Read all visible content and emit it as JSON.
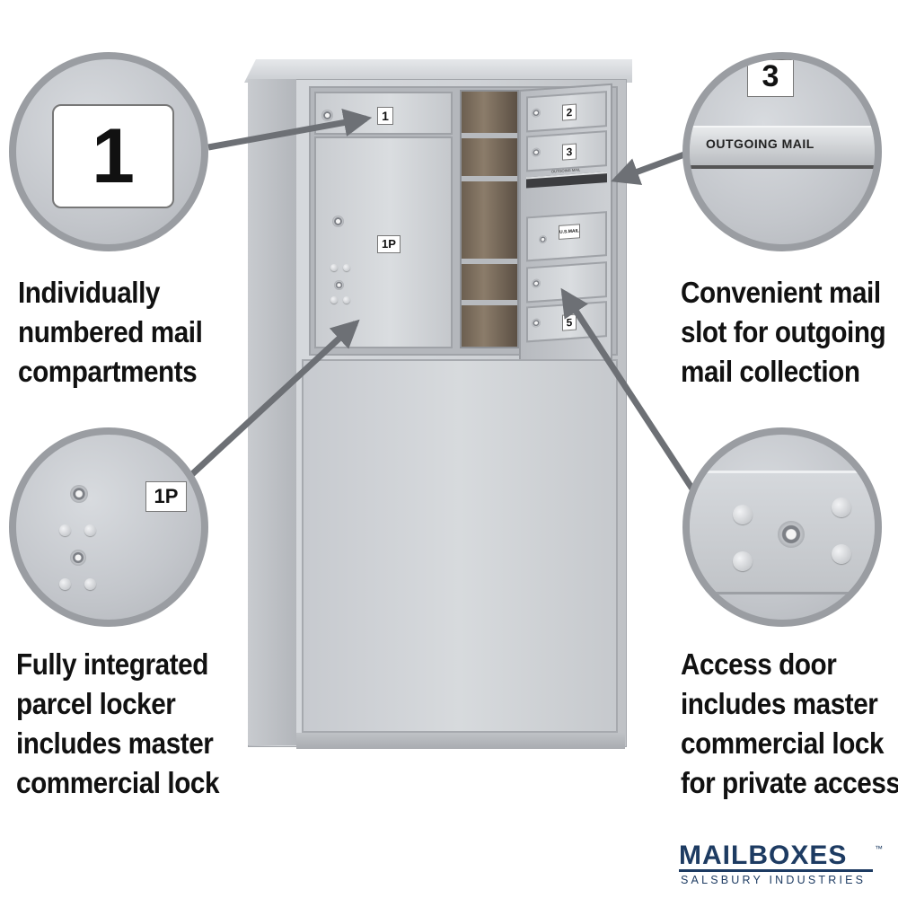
{
  "features": {
    "numbered": {
      "lines": [
        "Individually",
        "numbered mail",
        "compartments"
      ]
    },
    "parcel": {
      "lines": [
        "Fully integrated",
        "parcel locker",
        "includes master",
        "commercial lock"
      ]
    },
    "slot": {
      "lines": [
        "Convenient mail",
        "slot for outgoing",
        "mail collection"
      ]
    },
    "access": {
      "lines": [
        "Access door",
        "includes master",
        "commercial lock",
        "for private access"
      ]
    }
  },
  "zoom_labels": {
    "number_one": "1",
    "number_three": "3",
    "outgoing": "OUTGOING MAIL",
    "parcel": "1P"
  },
  "cabinet_labels": {
    "door_1": "1",
    "door_1p": "1P",
    "door_2": "2",
    "door_3": "3",
    "door_5": "5",
    "usmail": "U.S.MAIL",
    "slot": "OUTGOING MAIL"
  },
  "brand": {
    "name": "MAILBOXES",
    "tm": "™",
    "sub": "SALSBURY INDUSTRIES"
  },
  "colors": {
    "arrow": "#6d7075",
    "brand": "#1d3b62",
    "cabinet": "#cfd2d6"
  }
}
